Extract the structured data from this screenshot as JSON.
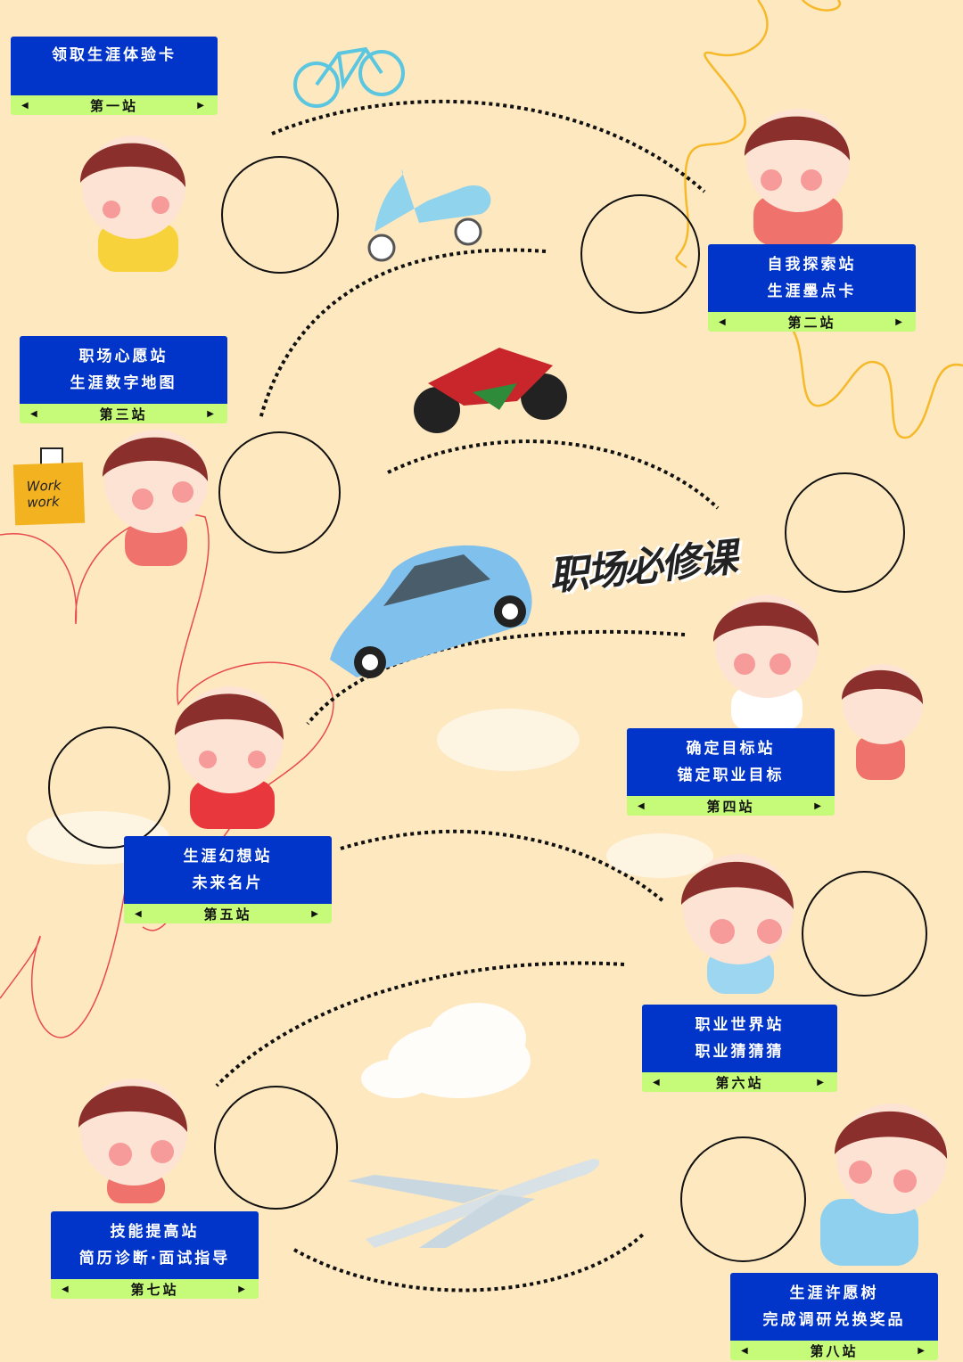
{
  "title_art": "职场必修课",
  "note": {
    "line1": "Work",
    "line2": "work"
  },
  "colors": {
    "background": "#fde8c0",
    "card_blue": "#0134c8",
    "card_green": "#c5fb79"
  },
  "stations": [
    {
      "lines": [
        "领取生涯体验卡"
      ],
      "label": "第一站"
    },
    {
      "lines": [
        "自我探索站",
        "生涯墨点卡"
      ],
      "label": "第二站"
    },
    {
      "lines": [
        "职场心愿站",
        "生涯数字地图"
      ],
      "label": "第三站"
    },
    {
      "lines": [
        "确定目标站",
        "锚定职业目标"
      ],
      "label": "第四站"
    },
    {
      "lines": [
        "生涯幻想站",
        "未来名片"
      ],
      "label": "第五站"
    },
    {
      "lines": [
        "职业世界站",
        "职业猜猜猜"
      ],
      "label": "第六站"
    },
    {
      "lines": [
        "技能提高站",
        "简历诊断·面试指导"
      ],
      "label": "第七站"
    },
    {
      "lines": [
        "生涯许愿树",
        "完成调研兑换奖品"
      ],
      "label": "第八站"
    }
  ]
}
